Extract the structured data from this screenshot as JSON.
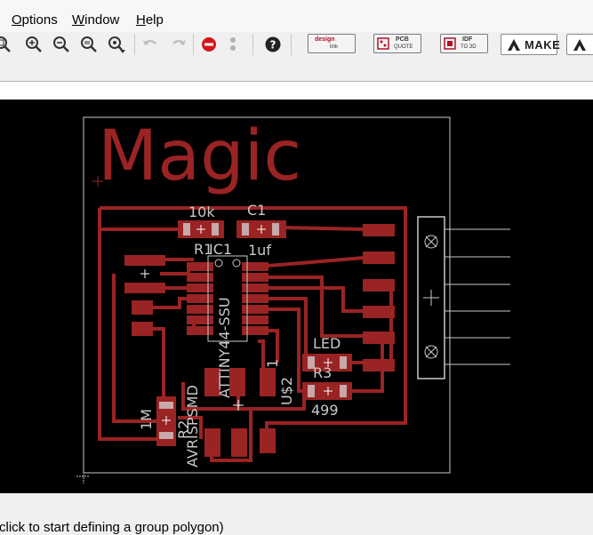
{
  "menu": {
    "items": [
      {
        "label": "Options",
        "key": "O",
        "rest": "ptions"
      },
      {
        "label": "Window",
        "key": "W",
        "rest": "indow"
      },
      {
        "label": "Help",
        "key": "H",
        "rest": "elp"
      }
    ]
  },
  "toolbar": {
    "design_link": {
      "line1": "design",
      "line2": "link"
    },
    "pcb_quote": {
      "line1": "PCB",
      "line2": "QUOTE"
    },
    "idf_to_3d": {
      "line1": "IDF",
      "line2": "TO 3D"
    },
    "make": "MAKE",
    "colors": {
      "stop": "#d4161c",
      "accent": "#b0102a"
    }
  },
  "board": {
    "title": "Magic",
    "labels": {
      "r1_value": "10k",
      "c1_name": "C1",
      "r1_name": "R1",
      "ic1_name": "IC1",
      "c1_value": "1uf",
      "ic1_part": "ATTINY44-SSU",
      "led_name": "LED",
      "r3_name": "R3",
      "r3_value": "499",
      "r2_value": "1M",
      "r2_name": "R2",
      "avr_name": "AVRISPSMD",
      "u2_name": "U$2",
      "pin1": "1"
    },
    "colors": {
      "copper": "#9a2323",
      "pad_light": "#c8a8a8",
      "outline": "#c8c8c8",
      "background": "#000000"
    }
  },
  "status": {
    "message": "(click to start defining a group polygon)"
  }
}
